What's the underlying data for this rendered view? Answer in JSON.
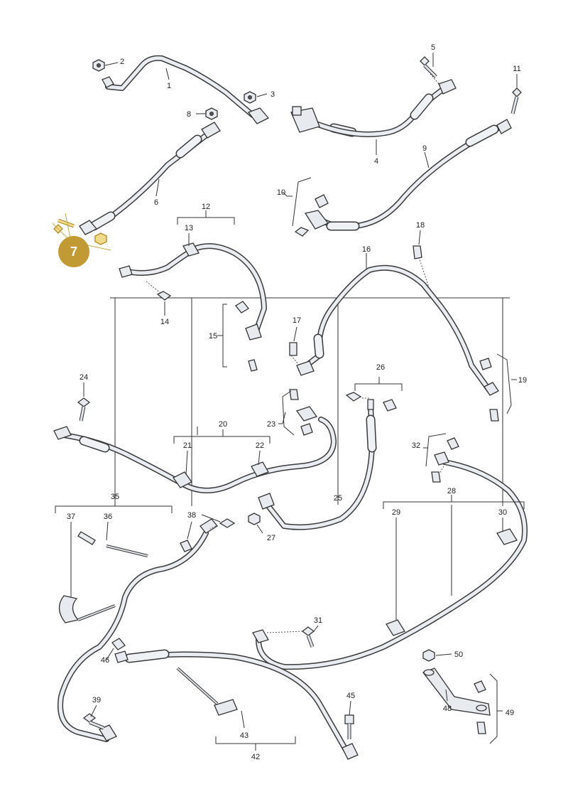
{
  "diagram": {
    "highlight_badge": "7",
    "colors": {
      "highlight": "#c29a33",
      "cable_outline": "#3a3a3a",
      "cable_fill": "#e9edf1"
    },
    "labels": [
      "1",
      "2",
      "3",
      "4",
      "5",
      "6",
      "8",
      "9",
      "10",
      "11",
      "12",
      "13",
      "14",
      "15",
      "16",
      "17",
      "18",
      "19",
      "20",
      "21",
      "22",
      "23",
      "24",
      "25",
      "26",
      "27",
      "28",
      "29",
      "30",
      "31",
      "32",
      "35",
      "36",
      "37",
      "38",
      "39",
      "42",
      "43",
      "45",
      "46",
      "48",
      "49",
      "50"
    ]
  }
}
